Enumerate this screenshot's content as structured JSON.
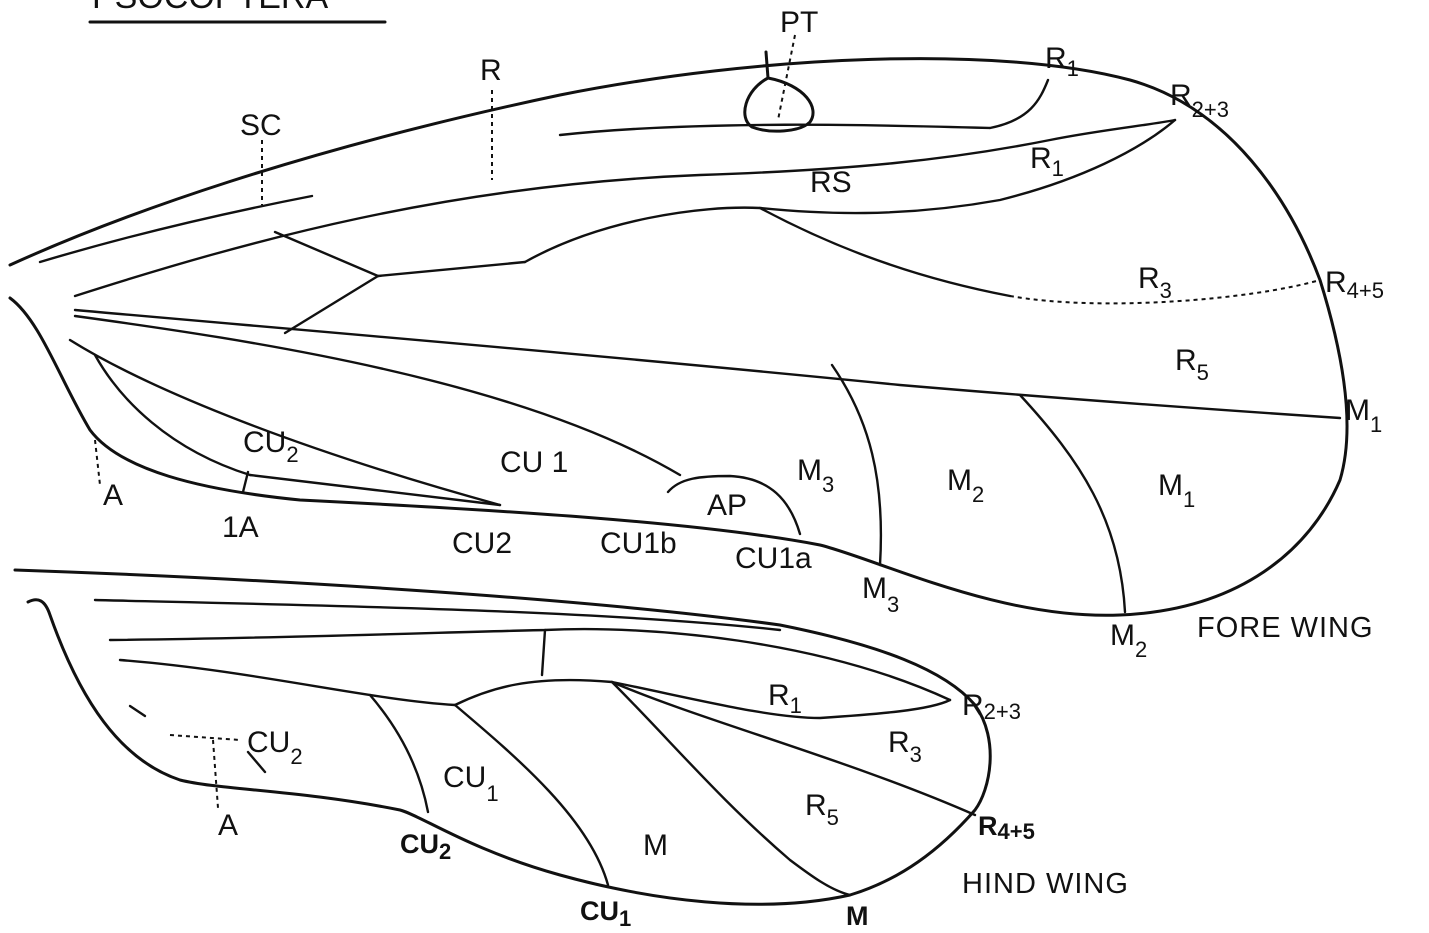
{
  "title_fragment": "PSOCOPTERA",
  "fore_wing": {
    "caption": "FORE WING",
    "labels": {
      "pt": "PT",
      "r": "R",
      "sc": "SC",
      "r1_tip": "R",
      "r1_tip_sub": "1",
      "r23": "R",
      "r23_sub": "2+3",
      "r1_inner": "R",
      "r1_inner_sub": "1",
      "rs": "RS",
      "r3": "R",
      "r3_sub": "3",
      "r45": "R",
      "r45_sub": "4+5",
      "r5": "R",
      "r5_sub": "5",
      "m1_tip": "M",
      "m1_tip_sub": "1",
      "m1_cell": "M",
      "m1_cell_sub": "1",
      "m2_cell": "M",
      "m2_cell_sub": "2",
      "m3_cell": "M",
      "m3_cell_sub": "3",
      "m3_tip": "M",
      "m3_tip_sub": "3",
      "m2_tip": "M",
      "m2_tip_sub": "2",
      "cu2_cell": "CU",
      "cu2_cell_sub": "2",
      "cu1_cell": "CU 1",
      "ap": "AP",
      "a": "A",
      "one_a": "1A",
      "cu2_margin": "CU2",
      "cu1b": "CU1b",
      "cu1a": "CU1a"
    }
  },
  "hind_wing": {
    "caption": "HIND WING",
    "labels": {
      "r1": "R",
      "r1_sub": "1",
      "r23": "R",
      "r23_sub": "2+3",
      "r3": "R",
      "r3_sub": "3",
      "r5": "R",
      "r5_sub": "5",
      "r45": "R",
      "r45_sub": "4+5",
      "cu2_cell": "CU",
      "cu2_cell_sub": "2",
      "cu1_cell": "CU",
      "cu1_cell_sub": "1",
      "m_cell": "M",
      "a": "A",
      "cu2_margin": "CU",
      "cu2_margin_sub": "2",
      "cu1_margin": "CU",
      "cu1_margin_sub": "1",
      "m_margin": "M"
    }
  }
}
